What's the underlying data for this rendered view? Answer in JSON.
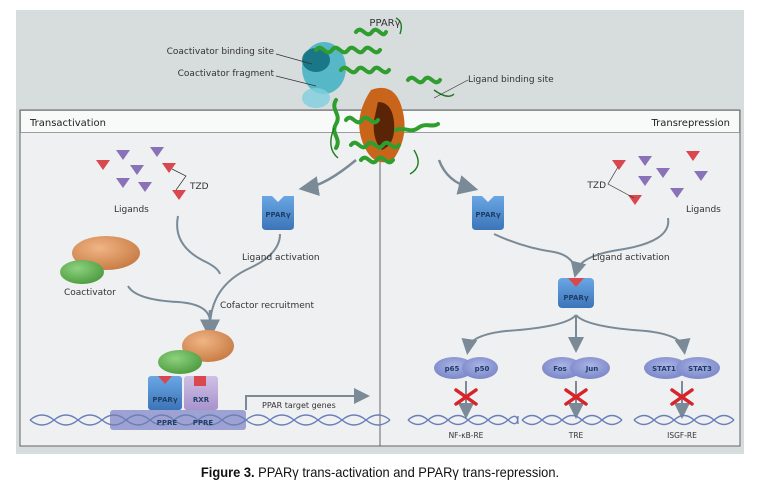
{
  "structure": {
    "title": "PPARγ",
    "callouts": {
      "coactivator_binding_site": "Coactivator binding site",
      "coactivator_fragment": "Coactivator fragment",
      "ligand_binding_site": "Ligand binding site"
    }
  },
  "transactivation": {
    "header": "Transactivation",
    "tzd_label": "TZD",
    "ligands_label": "Ligands",
    "ppar_label": "PPARγ",
    "ligand_activation": "Ligand activation",
    "coactivator_label": "Coactivator",
    "cofactor_recruitment": "Cofactor recruitment",
    "complex": {
      "ppar_label": "PPARγ",
      "rxr_label": "RXR",
      "ppre_left": "PPRE",
      "ppre_right": "PPRE"
    },
    "target_genes": "PPAR target genes"
  },
  "transrepression": {
    "header": "Transrepression",
    "tzd_label": "TZD",
    "ligands_label": "Ligands",
    "ppar_label": "PPARγ",
    "ligand_activation": "Ligand activation",
    "active_ppar_label": "PPARγ",
    "factors": [
      {
        "left": "p65",
        "right": "p50",
        "element": "NF-κB-RE"
      },
      {
        "left": "Fos",
        "right": "Jun",
        "element": "TRE"
      },
      {
        "left": "STAT1",
        "right": "STAT3",
        "element": "ISGF-RE"
      }
    ]
  },
  "caption": {
    "prefix": "Figure 3.",
    "text": " PPARγ trans-activation and PPARγ trans-repression."
  },
  "colors": {
    "ppar_blue": "#4a86c8",
    "ligand_red": "#d9474f",
    "ligand_purple": "#8a72b8",
    "coactivator_orange": "#d9965f",
    "coactivator_green": "#66b85a",
    "rxr_purple": "#b9a6d6",
    "factor_blue": "#8e9bd6",
    "block_red": "#d8232a",
    "protein_green": "#2f9e2f",
    "arrow_gray": "#7a8a96"
  }
}
